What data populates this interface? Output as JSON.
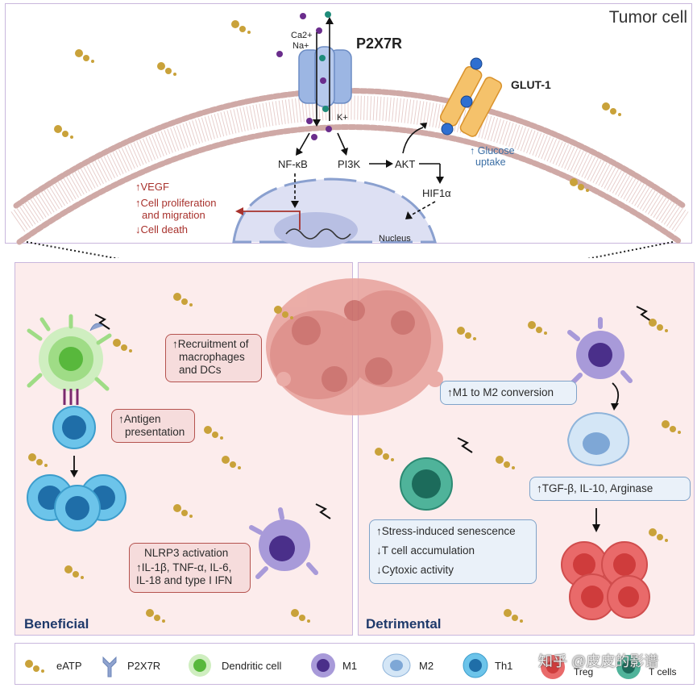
{
  "top": {
    "title": "Tumor cell",
    "ions_in": [
      "Ca2+",
      "Na+"
    ],
    "ion_out": "K+",
    "receptor": "P2X7R",
    "transporter": "GLUT-1",
    "glucose": [
      "↑ Glucose",
      "uptake"
    ],
    "nodes": {
      "nfkb": "NF-κB",
      "pi3k": "PI3K",
      "akt": "AKT",
      "hif": "HIF1α",
      "nucleus": "Nucleus"
    },
    "effects": [
      {
        "arrow": "↑",
        "text": "VEGF"
      },
      {
        "arrow": "↑",
        "text": "Cell proliferation"
      },
      {
        "arrow": "",
        "text": "and migration"
      },
      {
        "arrow": "↓",
        "text": "Cell death"
      }
    ]
  },
  "left": {
    "label": "Beneficial",
    "recruit": [
      "↑Recruitment of",
      "macrophages",
      "and DCs"
    ],
    "antigen": [
      "↑Antigen",
      "presentation"
    ],
    "nlrp3": [
      "NLRP3 activation",
      "↑IL-1β, TNF-α, IL-6,",
      "IL-18 and type I IFN"
    ]
  },
  "right": {
    "label": "Detrimental",
    "m1m2": "↑M1 to M2 conversion",
    "tgf": "↑TGF-β, IL-10, Arginase",
    "tcell": [
      "↑Stress-induced senescence",
      "↓T cell accumulation",
      "↓Cytoxic activity"
    ]
  },
  "legend": [
    {
      "icon": "eatp-icon",
      "label": "eATP"
    },
    {
      "icon": "p2x7r-icon",
      "label": "P2X7R"
    },
    {
      "icon": "dendritic-cell-icon",
      "label": "Dendritic cell"
    },
    {
      "icon": "m1-icon",
      "label": "M1"
    },
    {
      "icon": "m2-icon",
      "label": "M2"
    },
    {
      "icon": "th1-icon",
      "label": "Th1"
    },
    {
      "icon": "treg-icon",
      "label": "Treg"
    },
    {
      "icon": "tcell-icon",
      "label": "T cells"
    }
  ],
  "watermark": "知乎 @皮皮的影谱",
  "colors": {
    "red_text": "#a8322d",
    "blue_text": "#3a6ea5",
    "membrane": "#c9a29e",
    "panel_bg": "#fcecec",
    "panel_border": "#c9b7dd"
  }
}
